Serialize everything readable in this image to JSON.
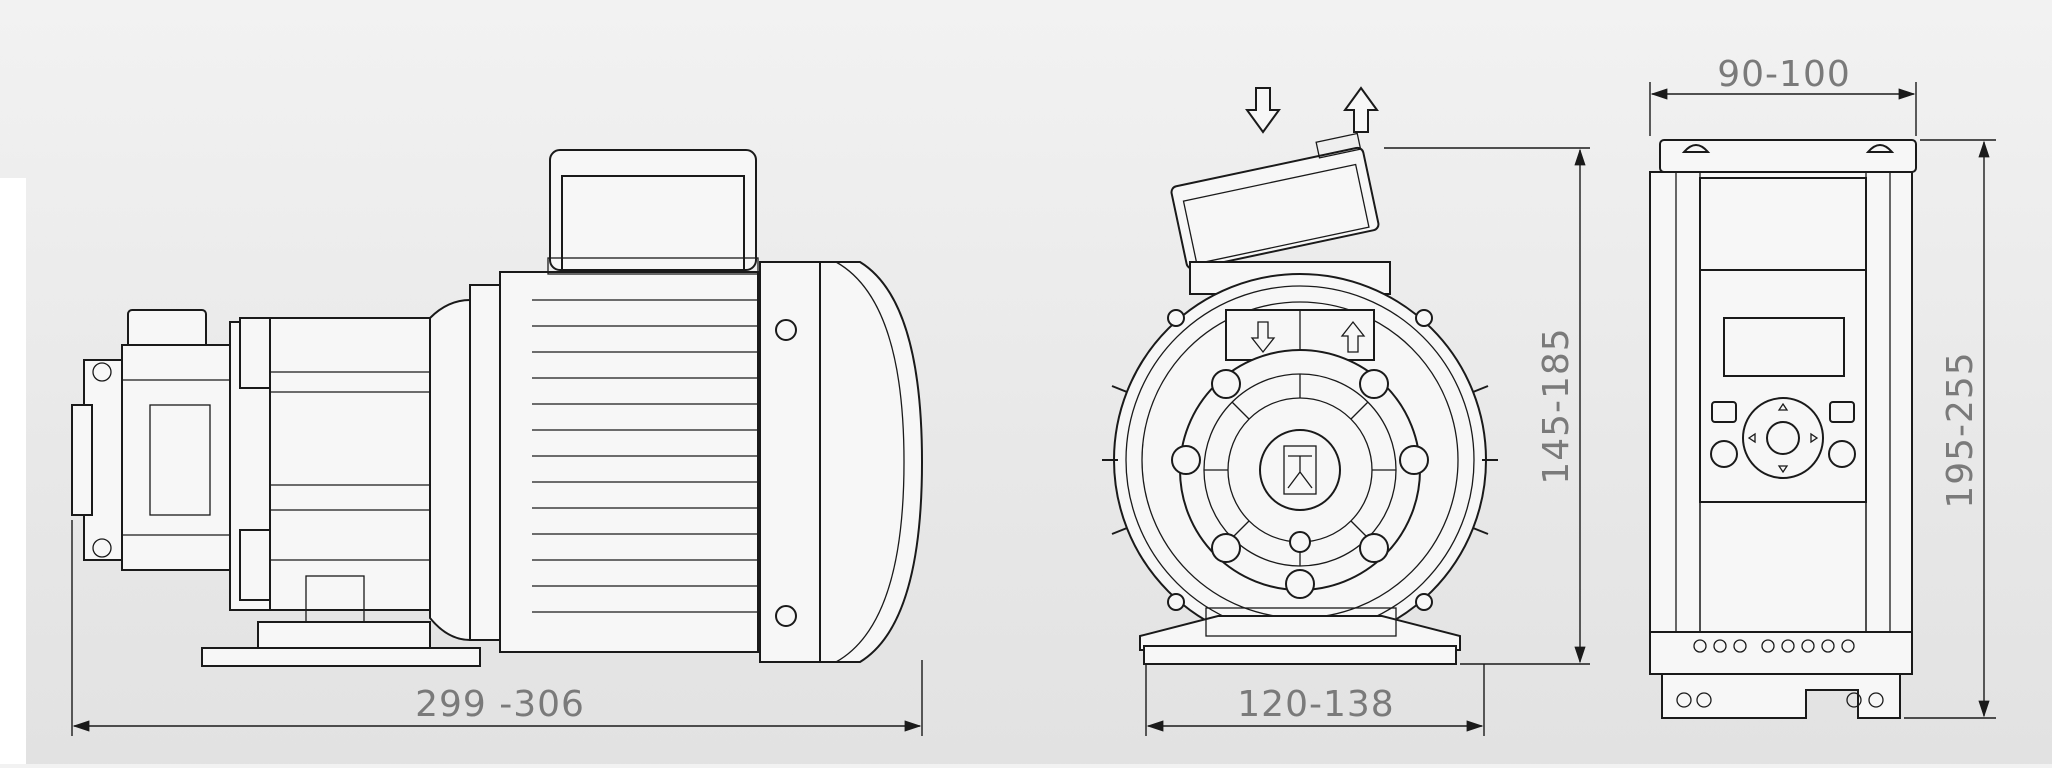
{
  "dimensions": {
    "pump_length": "299 -306",
    "pump_width": "120-138",
    "pump_height": "145-185",
    "drive_width": "90-100",
    "drive_height": "195-255"
  },
  "colors": {
    "line": "#1a1a1a",
    "label": "#7a7a7a",
    "background": "#ebebeb"
  },
  "icons": {
    "flow_down": "arrow-down-icon",
    "flow_up": "arrow-up-icon",
    "logo": "brand-logo-icon"
  }
}
